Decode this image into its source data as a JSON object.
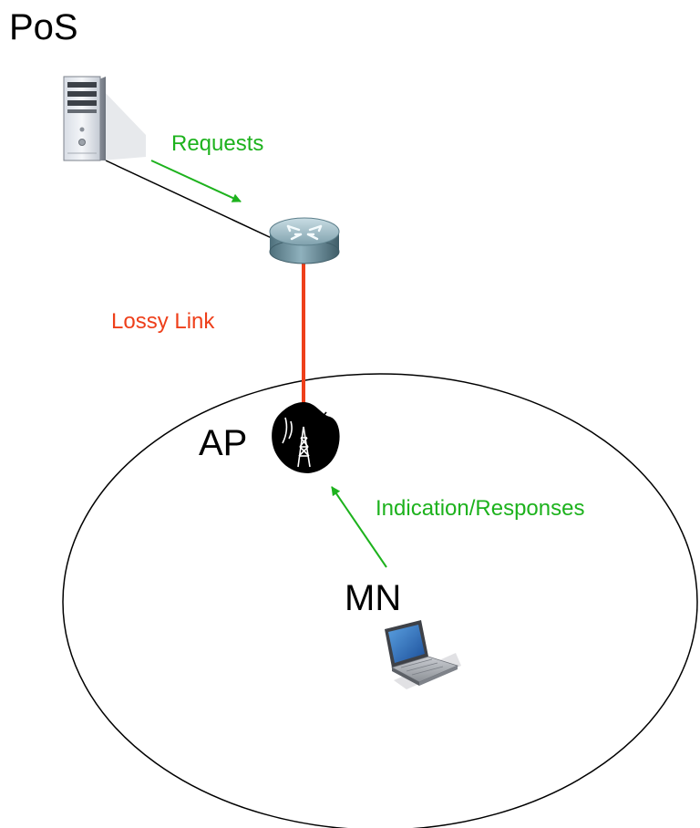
{
  "diagram": {
    "labels": {
      "pos": "PoS",
      "requests": "Requests",
      "lossy_link": "Lossy Link",
      "ap": "AP",
      "indication": "Indication/Responses",
      "mn": "MN"
    },
    "nodes": [
      {
        "id": "server",
        "icon": "server-tower-icon"
      },
      {
        "id": "router",
        "icon": "router-icon"
      },
      {
        "id": "access-point",
        "icon": "wireless-antenna-icon"
      },
      {
        "id": "laptop",
        "icon": "laptop-icon"
      }
    ],
    "edges": [
      {
        "from": "server",
        "to": "router",
        "style": "solid-black"
      },
      {
        "from": "router",
        "to": "access-point",
        "style": "thick-red",
        "label": "Lossy Link"
      }
    ],
    "arrows": [
      {
        "label": "Requests",
        "direction": "server-to-router"
      },
      {
        "label": "Indication/Responses",
        "direction": "mn-to-ap"
      }
    ],
    "colors": {
      "message_green": "#1db21d",
      "lossy_red": "#ee3f1a",
      "ink": "#000000"
    }
  }
}
